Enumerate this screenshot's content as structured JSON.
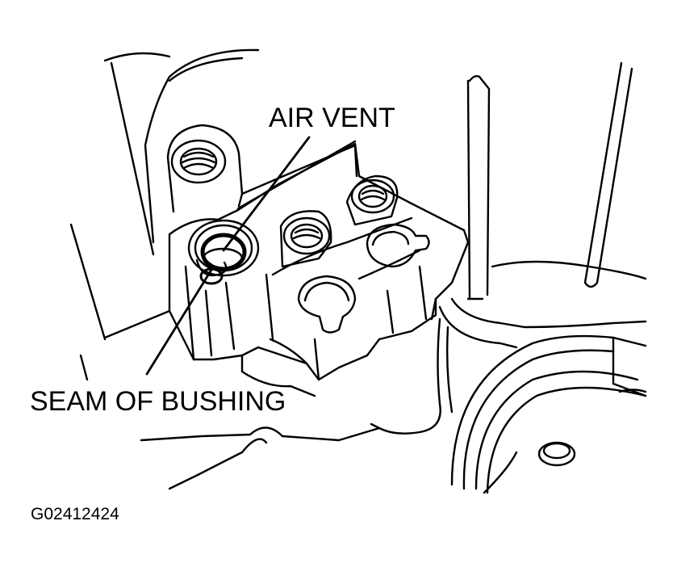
{
  "figure": {
    "callouts": {
      "air_vent": "AIR VENT",
      "seam_of_bushing": "SEAM OF BUSHING"
    },
    "figure_code": "G02412424",
    "colors": {
      "ink": "#000000",
      "background": "#ffffff"
    }
  }
}
